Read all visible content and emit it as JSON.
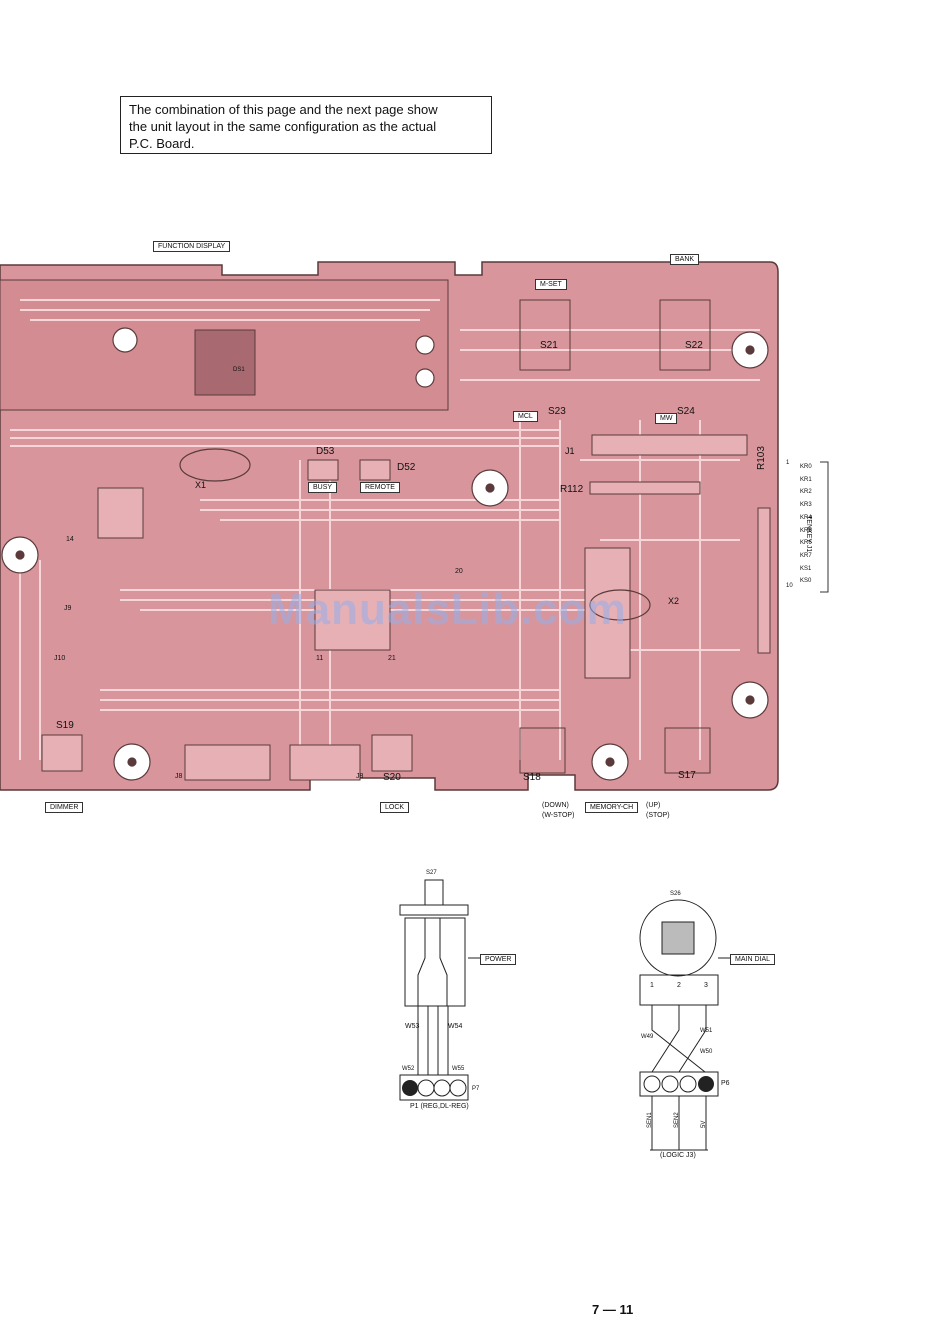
{
  "note": {
    "line1": "The combination of this page and the next page show",
    "line2": "the unit layout in the same configuration as the actual",
    "line3": "P.C. Board."
  },
  "board": {
    "labels": {
      "function_display": "FUNCTION DISPLAY",
      "bank": "BANK",
      "m_set": "M-SET",
      "mcl": "MCL",
      "mw": "MW",
      "busy": "BUSY",
      "remote": "REMOTE",
      "dimmer": "DIMMER",
      "lock": "LOCK",
      "memory_ch": "MEMORY-CH",
      "down": "(DOWN)",
      "w_stop": "(W-STOP)",
      "up": "(UP)",
      "stop": "(STOP)",
      "tenkey": "TENKEY J1"
    },
    "parts": {
      "s21": "S21",
      "s22": "S22",
      "s23": "S23",
      "s24": "S24",
      "s19": "S19",
      "s20": "S20",
      "s18": "S18",
      "s17": "S17",
      "d53": "D53",
      "d52": "D52",
      "x1": "X1",
      "x2": "X2",
      "j1": "J1",
      "r103": "R103",
      "r112": "R112",
      "ds1": "DS1",
      "j9": "J9",
      "j10": "J10",
      "j8a": "J8",
      "j8b": "J8",
      "num14": "14",
      "num20": "20",
      "num11": "11",
      "num21": "21",
      "num1": "1",
      "num10": "10"
    },
    "tenkey_pins": [
      "KR0",
      "KR1",
      "KR2",
      "KR3",
      "KR4",
      "KR5",
      "KR6",
      "KR7",
      "KS1",
      "KS0"
    ]
  },
  "power": {
    "switch_label": "S27",
    "box_label": "POWER",
    "w53": "W53",
    "w54": "W54",
    "w52": "W52",
    "w55": "W55",
    "p7": "P7",
    "connector": "P1 (REG,DL-REG)"
  },
  "main_dial": {
    "encoder_label": "S26",
    "box_label": "MAIN DIAL",
    "pin1": "1",
    "pin2": "2",
    "pin3": "3",
    "w51": "W51",
    "w49": "W49",
    "w50": "W50",
    "p6": "P6",
    "sig1": "SEN1",
    "sig2": "SEN2",
    "sig3": "5V",
    "connector": "(LOGIC J3)"
  },
  "watermark": "ManualsLib.com",
  "page_number": "7 — 11",
  "colors": {
    "board": "#d8969c",
    "trace": "#f6d6d8",
    "edge": "#5a3a3a"
  }
}
